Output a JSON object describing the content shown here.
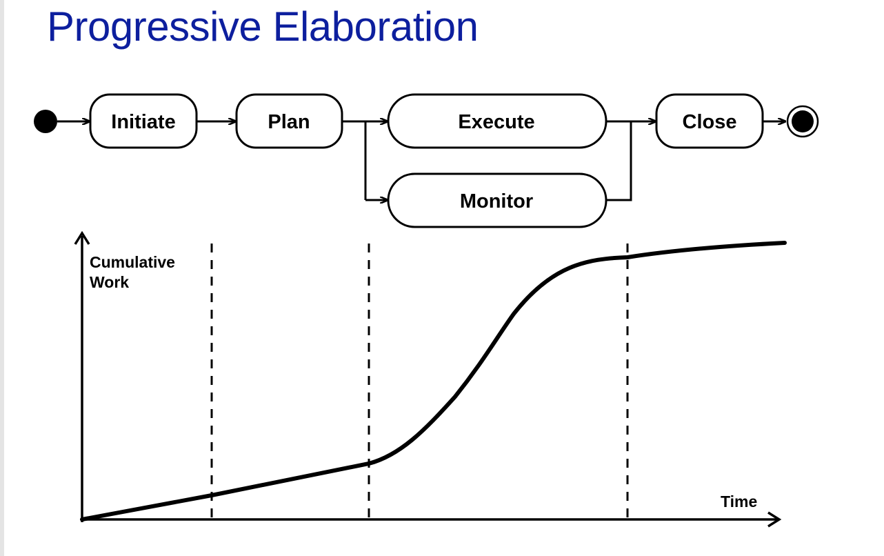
{
  "slide": {
    "title": "Progressive Elaboration",
    "title_color": "#0d1f9e"
  },
  "flow": {
    "nodes": {
      "initiate": "Initiate",
      "plan": "Plan",
      "execute": "Execute",
      "monitor": "Monitor",
      "close": "Close"
    }
  },
  "graph": {
    "y_label_line1": "Cumulative",
    "y_label_line2": "Work",
    "x_label": "Time"
  }
}
